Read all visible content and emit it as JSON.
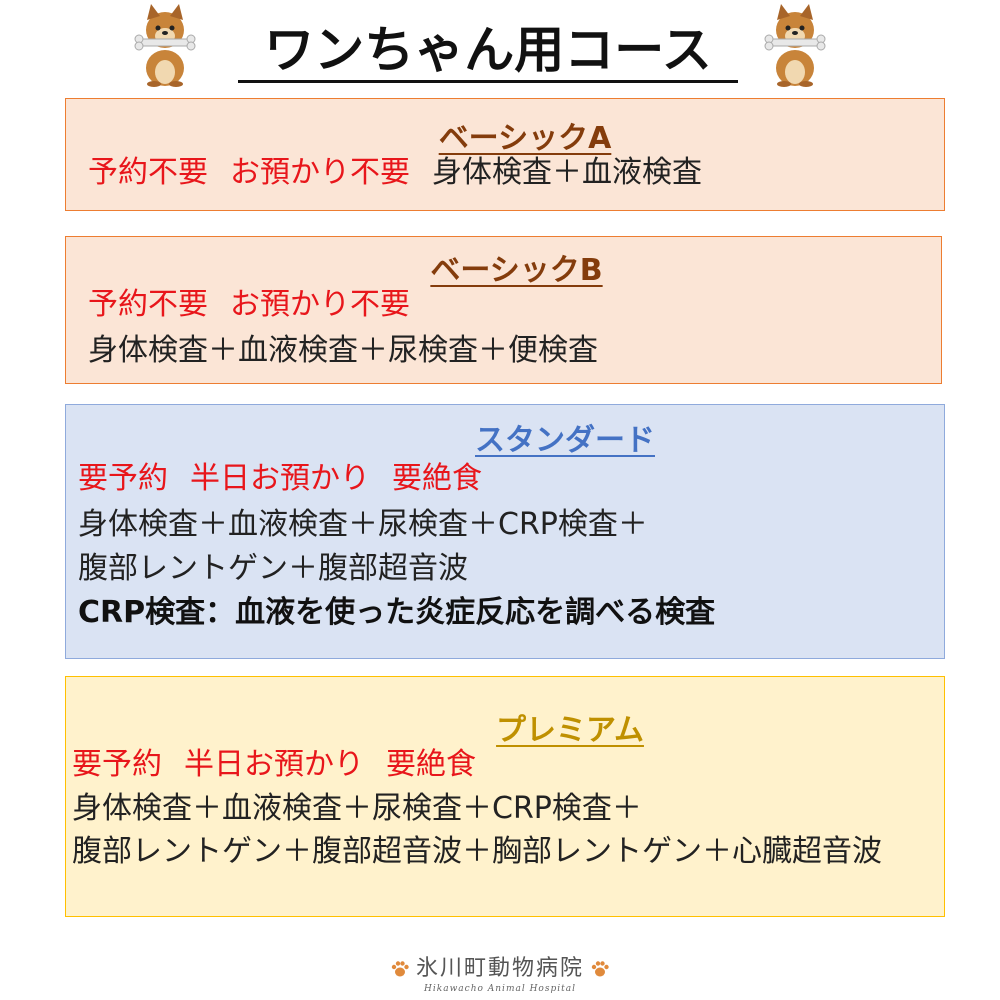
{
  "title": "ワンちゃん用コース",
  "icons": {
    "dog_left": "dog-with-bone-icon",
    "dog_right": "dog-with-bone-icon",
    "paw": "paw-icon"
  },
  "colors": {
    "red_text": "#e8161b",
    "basic_bg": "#fbe5d6",
    "basic_border": "#ed7d31",
    "basic_title": "#843c0c",
    "standard_bg": "#dae3f3",
    "standard_border": "#8faadc",
    "standard_title": "#4472c4",
    "premium_bg": "#fff2cc",
    "premium_border": "#ffc000",
    "premium_title": "#bf9000"
  },
  "courses": {
    "basic_a": {
      "name": "ベーシックA",
      "cond1": "予約不要",
      "cond2": "お預かり不要",
      "tests": "身体検査＋血液検査"
    },
    "basic_b": {
      "name": "ベーシックB",
      "cond1": "予約不要",
      "cond2": "お預かり不要",
      "tests": "身体検査＋血液検査＋尿検査＋便検査"
    },
    "standard": {
      "name": "スタンダード",
      "cond1": "要予約",
      "cond2": "半日お預かり",
      "cond3": "要絶食",
      "tests_line1": "身体検査＋血液検査＋尿検査＋CRP検査＋",
      "tests_line2": "腹部レントゲン＋腹部超音波",
      "note": "CRP検査：血液を使った炎症反応を調べる検査"
    },
    "premium": {
      "name": "プレミアム",
      "cond1": "要予約",
      "cond2": "半日お預かり",
      "cond3": "要絶食",
      "tests_line1": "身体検査＋血液検査＋尿検査＋CRP検査＋",
      "tests_line2": "腹部レントゲン＋腹部超音波＋胸部レントゲン＋心臓超音波"
    }
  },
  "footer": {
    "hospital_name": "氷川町動物病院",
    "hospital_name_en": "Hikawacho Animal Hospital"
  }
}
